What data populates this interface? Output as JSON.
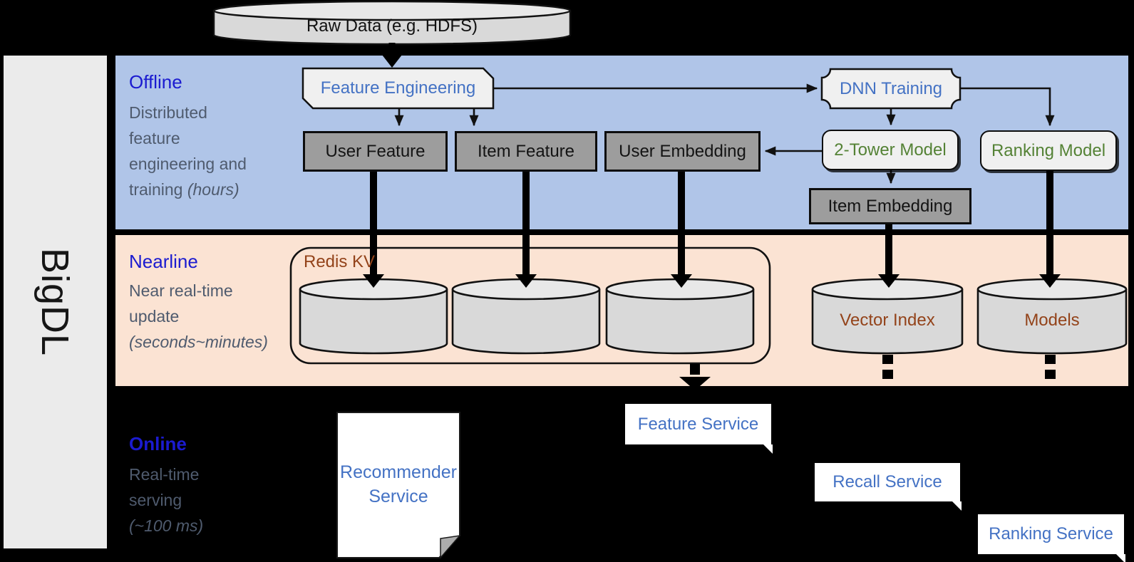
{
  "brand": "BigDL",
  "raw_data_label": "Raw Data (e.g. HDFS)",
  "sections": {
    "offline": {
      "title": "Offline",
      "description": "Distributed feature engineering and training",
      "duration": "(hours)"
    },
    "nearline": {
      "title": "Nearline",
      "description": "Near real-time update",
      "duration": "(seconds~minutes)"
    },
    "online": {
      "title": "Online",
      "description": "Real-time serving",
      "duration": "(~100 ms)"
    }
  },
  "nodes": {
    "feature_engineering": "Feature Engineering",
    "dnn_training": "DNN Training",
    "user_feature": "User Feature",
    "item_feature": "Item Feature",
    "user_embedding": "User Embedding",
    "two_tower_model": "2-Tower Model",
    "ranking_model": "Ranking Model",
    "item_embedding": "Item Embedding",
    "redis_kv": "Redis KV",
    "vector_index": "Vector Index",
    "models": "Models"
  },
  "services": {
    "recommender": "Recommender Service",
    "feature": "Feature Service",
    "recall": "Recall Service",
    "ranking": "Ranking Service"
  },
  "colors": {
    "background": "#000000",
    "sidebar": "#ebebeb",
    "offline_band": "#b0c5e8",
    "nearline_band": "#fbe3d3",
    "section_title_blue": "#1b1bd0",
    "section_description_gray": "#4f5b6e",
    "node_blue_text": "#4472c4",
    "node_green_text": "#548235",
    "node_brown_text": "#93431a",
    "gray_box_fill": "#9d9d9d",
    "light_box_fill": "#f0f0f0",
    "cylinder_fill": "#d9d9d9",
    "cylinder_top_fill": "#e8e8e8",
    "service_box_fill": "#ffffff"
  }
}
